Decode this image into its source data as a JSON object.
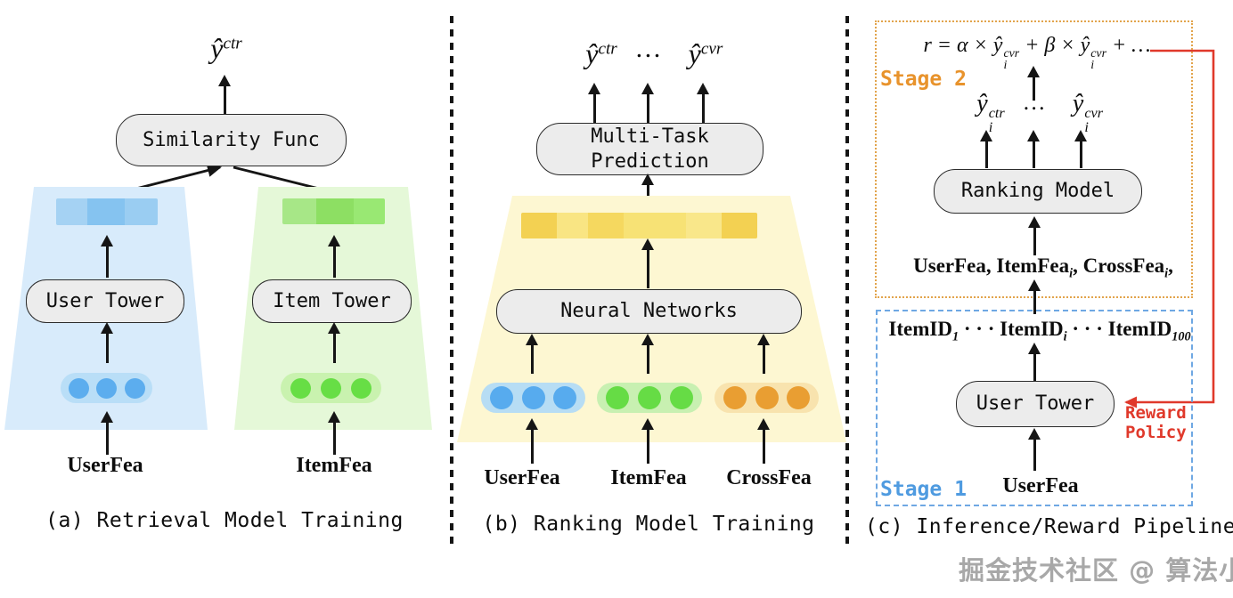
{
  "colors": {
    "box_fill": "#ececec",
    "box_border": "#2b2b2b",
    "arrow_black": "#151515",
    "blue_trapezoid": "#d8ebfb",
    "green_trapezoid": "#e5f8d8",
    "yellow_trapezoid": "#fdf7d2",
    "blue_dot": "#5cadee",
    "green_dot": "#67de45",
    "orange_dot": "#e99e32",
    "stage2_orange": "#e8932c",
    "stage2_border": "#e2a44c",
    "stage1_blue": "#4f9be0",
    "stage1_border": "#6fa8e3",
    "reward_red": "#e0392b",
    "watermark_gray": "#a8a8a8"
  },
  "panel_a": {
    "caption": "(a) Retrieval Model Training",
    "output_math": {
      "base": "ŷ",
      "sup": "ctr"
    },
    "similarity_func_label": "Similarity Func",
    "user_tower_label": "User Tower",
    "item_tower_label": "Item Tower",
    "user_fea_label": "UserFea",
    "item_fea_label": "ItemFea"
  },
  "panel_b": {
    "caption": "(b) Ranking Model Training",
    "output_ctr": {
      "base": "ŷ",
      "sup": "ctr"
    },
    "output_dots": "…",
    "output_cvr": {
      "base": "ŷ",
      "sup": "cvr"
    },
    "multi_task_line1": "Multi-Task",
    "multi_task_line2": "Prediction",
    "neural_networks_label": "Neural Networks",
    "user_fea_label": "UserFea",
    "item_fea_label": "ItemFea",
    "cross_fea_label": "CrossFea"
  },
  "panel_c": {
    "caption": "(c) Inference/Reward Pipeline",
    "stage2_label": "Stage 2",
    "stage1_label": "Stage 1",
    "reward_formula": {
      "lhs": "r = α × ",
      "term1": {
        "base": "ŷ",
        "sub": "i",
        "sup": "cvr"
      },
      "mid": " + β × ",
      "term2": {
        "base": "ŷ",
        "sub": "i",
        "sup": "cvr"
      },
      "tail": " + …"
    },
    "output_ctr": {
      "base": "ŷ",
      "sub": "i",
      "sup": "ctr"
    },
    "output_dots": "…",
    "output_cvr": {
      "base": "ŷ",
      "sub": "i",
      "sup": "cvr"
    },
    "ranking_model_label": "Ranking Model",
    "features_line": {
      "p1": "UserFea, ItemFea",
      "s1": "i",
      "p2": ", CrossFea",
      "s2": "i",
      "p3": ","
    },
    "item_id_row": {
      "label": "ItemID",
      "sub1": "1",
      "dots": "· · ·",
      "subi": "i",
      "sub100": "100"
    },
    "user_tower_label": "User Tower",
    "user_fea_label": "UserFea",
    "reward_policy_line1": "Reward",
    "reward_policy_line2": "Policy"
  },
  "watermark": "掘金技术社区 @ 算法小强"
}
